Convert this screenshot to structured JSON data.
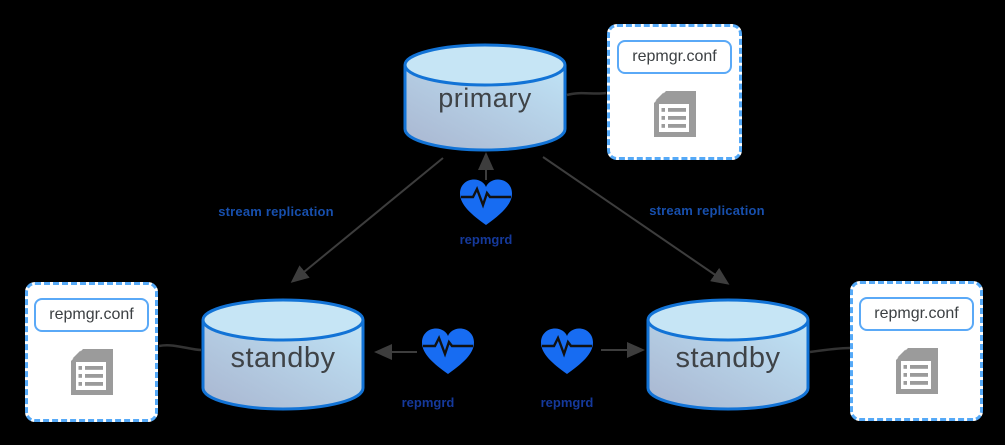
{
  "diagram": {
    "title_implied": "repmgr streaming replication topology",
    "primary": {
      "label": "primary"
    },
    "standby_left": {
      "label": "standby"
    },
    "standby_right": {
      "label": "standby"
    },
    "config_top_right": {
      "label": "repmgr.conf"
    },
    "config_bottom_left": {
      "label": "repmgr.conf"
    },
    "config_bottom_right": {
      "label": "repmgr.conf"
    },
    "repmgrd_primary": {
      "label": "repmgrd"
    },
    "repmgrd_left": {
      "label": "repmgrd"
    },
    "repmgrd_right": {
      "label": "repmgrd"
    },
    "stream_left": {
      "label": "stream replication"
    },
    "stream_right": {
      "label": "stream replication"
    }
  },
  "icons": {
    "database_cylinder": "database-cylinder-icon",
    "config_file": "config-file-list-icon",
    "heartbeat": "heartbeat-heart-icon"
  },
  "colors": {
    "background": "#000000",
    "cylinder_border": "#1273d6",
    "cylinder_fill_start": "#a9b6d0",
    "cylinder_fill_end": "#bfe3f6",
    "cylinder_top_fill": "#c6e5f5",
    "config_box_border": "#55a9f7",
    "config_text": "#3c4043",
    "heart_blue": "#176cf2",
    "ekg_line": "#111111",
    "repmgrd_text": "#15399b",
    "stream_text": "#174fad",
    "arrow_gray": "#3d3d3d",
    "doc_icon_gray": "#9b9b9b",
    "node_text": "#3f4347"
  }
}
